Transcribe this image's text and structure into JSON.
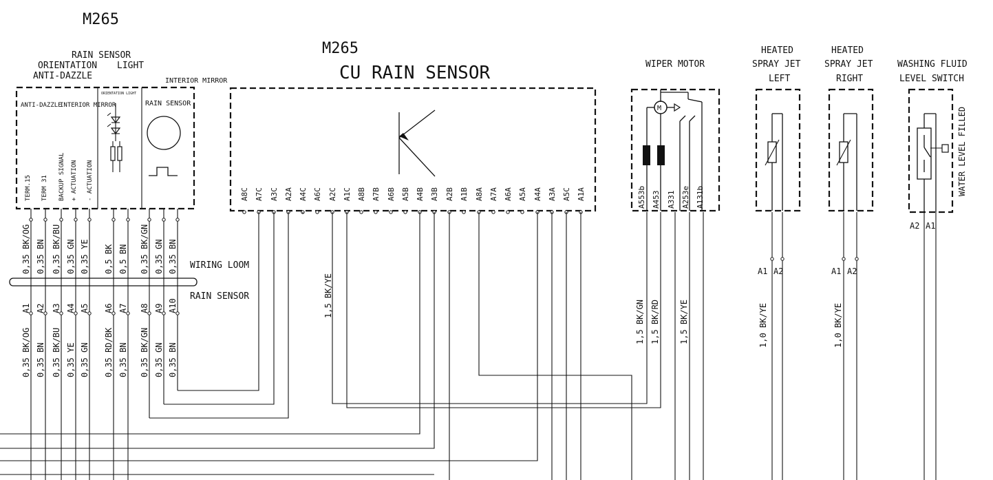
{
  "page_title": "M265",
  "control_unit": {
    "code": "M265",
    "title": "CU RAIN SENSOR",
    "pins": [
      "A8C",
      "A7C",
      "A3C",
      "A2A",
      "A4C",
      "A6C",
      "A2C",
      "A1C",
      "A8B",
      "A7B",
      "A6B",
      "A5B",
      "A4B",
      "A3B",
      "A2B",
      "A1B",
      "A8A",
      "A7A",
      "A6A",
      "A5A",
      "A4A",
      "A3A",
      "A5C",
      "A1A"
    ]
  },
  "rain_sensor_group": {
    "header": [
      "RAIN SENSOR",
      "ORIENTATION",
      "LIGHT",
      "ANTI-DAZZLE"
    ],
    "box_caption": "INTERIOR MIRROR",
    "anti_dazzle_label": "ANTI-DAZZLE",
    "interior_mirror_label": "INTERIOR MIRROR",
    "orientation_light_label": "ORIENTATION LIGHT",
    "rain_sensor_label": "RAIN SENSOR",
    "signal_labels": [
      "TERM.15",
      "TERM 31",
      "BACKUP SIGNAL",
      "+ ACTUATION",
      "- ACTUATION"
    ]
  },
  "wiring_loom": {
    "label_top": "WIRING LOOM",
    "label_bottom": "RAIN SENSOR",
    "upper_wires": [
      "0,35 BK/OG",
      "0,35 BN",
      "0,35 BK/BU",
      "0,35 GN",
      "0,35 YE",
      "0,5 BK",
      "0,5 BN",
      "0,35 BK/GN",
      "0,35 GN",
      "0,35 BN"
    ],
    "pins": [
      "A1",
      "A2",
      "A3",
      "A4",
      "A5",
      "A6",
      "A7",
      "A8",
      "A9",
      "A10"
    ],
    "lower_wires": [
      "0,35 BK/OG",
      "0,35 BN",
      "0,35 BK/BU",
      "0,35 YE",
      "0,35 GN",
      "0,35 RD/BK",
      "0,35 BN",
      "0,35 BK/GN",
      "0,35 GN",
      "0,35 BN"
    ]
  },
  "cu_wire": "1,5 BK/YE",
  "wiper_motor": {
    "title": "WIPER MOTOR",
    "motor_symbol": "M",
    "pins": [
      "A553b",
      "A453",
      "A331",
      "A253e",
      "A131b"
    ],
    "wires": [
      "1,5 BK/GN",
      "1,5 BK/RD",
      "1,5 BK/YE"
    ]
  },
  "spray_jet_left": {
    "title": [
      "HEATED",
      "SPRAY JET",
      "LEFT"
    ],
    "pins": [
      "A1",
      "A2"
    ],
    "wire": "1,0 BK/YE"
  },
  "spray_jet_right": {
    "title": [
      "HEATED",
      "SPRAY JET",
      "RIGHT"
    ],
    "pins": [
      "A1",
      "A2"
    ],
    "wire": "1,0 BK/YE"
  },
  "washing_fluid": {
    "title": [
      "WASHING FLUID",
      "LEVEL SWITCH"
    ],
    "side_label": "WATER LEVEL FILLED",
    "pins": [
      "A2",
      "A1"
    ]
  }
}
